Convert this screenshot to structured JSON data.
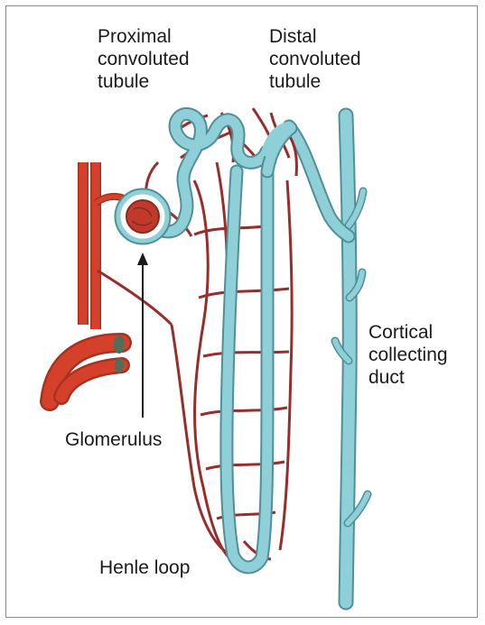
{
  "labels": {
    "proximal": [
      "Proximal",
      "convoluted",
      "tubule"
    ],
    "distal": [
      "Distal",
      "convoluted",
      "tubule"
    ],
    "cortical": [
      "Cortical",
      "collecting",
      "duct"
    ],
    "glomerulus": "Glomerulus",
    "henle": "Henle loop"
  },
  "colors": {
    "artery": "#d5402a",
    "artery_dark": "#a83220",
    "capillary": "#9b2c2c",
    "tubule": "#8fcfd8",
    "tubule_outline": "#4f8f98",
    "glomerulus": "#c0392b"
  }
}
